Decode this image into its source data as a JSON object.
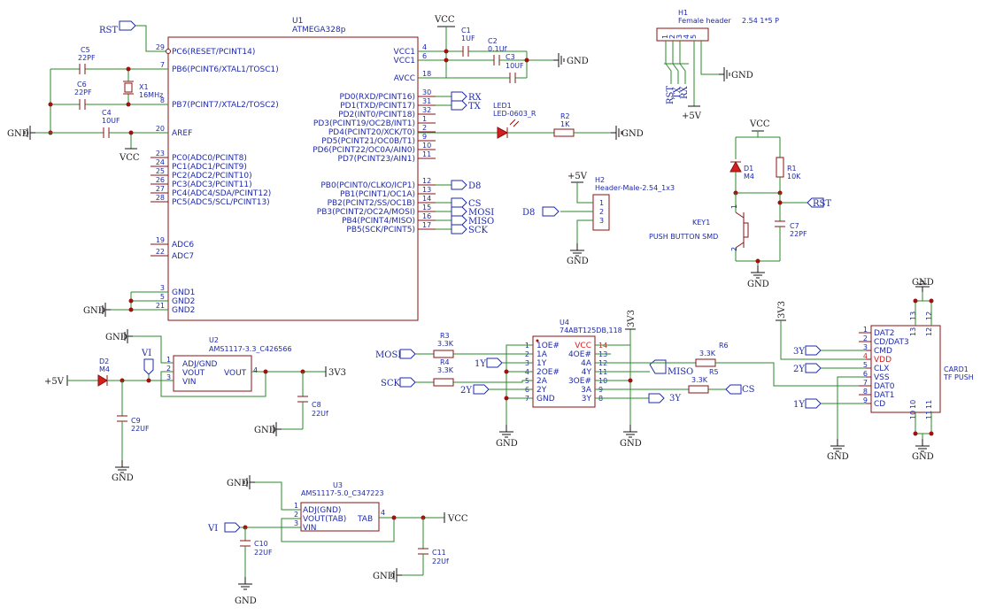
{
  "u1": {
    "ref": "U1",
    "name": "ATMEGA328p",
    "left_pins": [
      {
        "num": "29",
        "name": "PC6(RESET/PCINT14)"
      },
      {
        "num": "7",
        "name": "PB6(PCINT6/XTAL1/TOSC1)"
      },
      {
        "num": "8",
        "name": "PB7(PCINT7/XTAL2/TOSC2)"
      },
      {
        "num": "20",
        "name": "AREF"
      },
      {
        "num": "23",
        "name": "PC0(ADC0/PCINT8)"
      },
      {
        "num": "24",
        "name": "PC1(ADC1/PCINT9)"
      },
      {
        "num": "25",
        "name": "PC2(ADC2/PCINT10)"
      },
      {
        "num": "26",
        "name": "PC3(ADC3/PCINT11)"
      },
      {
        "num": "27",
        "name": "PC4(ADC4/SDA/PCINT12)"
      },
      {
        "num": "28",
        "name": "PC5(ADC5/SCL/PCINT13)"
      },
      {
        "num": "19",
        "name": "ADC6"
      },
      {
        "num": "22",
        "name": "ADC7"
      },
      {
        "num": "3",
        "name": "GND1"
      },
      {
        "num": "5",
        "name": "GND2"
      },
      {
        "num": "21",
        "name": "GND2"
      }
    ],
    "right_pins": [
      {
        "num": "4",
        "name": "VCC1"
      },
      {
        "num": "6",
        "name": "VCC1"
      },
      {
        "num": "18",
        "name": "AVCC"
      },
      {
        "num": "30",
        "name": "PD0(RXD/PCINT16)"
      },
      {
        "num": "31",
        "name": "PD1(TXD/PCINT17)"
      },
      {
        "num": "32",
        "name": "PD2(INT0/PCINT18)"
      },
      {
        "num": "1",
        "name": "PD3(PCINT19/OC2B/INT1)"
      },
      {
        "num": "2",
        "name": "PD4(PCINT20/XCK/T0)"
      },
      {
        "num": "9",
        "name": "PD5(PCINT21/OC0B/T1)"
      },
      {
        "num": "10",
        "name": "PD6(PCINT22/OC0A/AIN0)"
      },
      {
        "num": "11",
        "name": "PD7(PCINT23/AIN1)"
      },
      {
        "num": "12",
        "name": "PB0(PCINT0/CLKO/ICP1)"
      },
      {
        "num": "13",
        "name": "PB1(PCINT1/OC1A)"
      },
      {
        "num": "14",
        "name": "PB2(PCINT2/SS/OC1B)"
      },
      {
        "num": "15",
        "name": "PB3(PCINT2/OC2A/MOSI)"
      },
      {
        "num": "16",
        "name": "PB4(PCINT4/MISO)"
      },
      {
        "num": "17",
        "name": "PB5(SCK/PCINT5)"
      }
    ]
  },
  "parts": {
    "c5": {
      "ref": "C5",
      "val": "22PF"
    },
    "c6": {
      "ref": "C6",
      "val": "22PF"
    },
    "x1": {
      "ref": "X1",
      "val": "16MHz"
    },
    "c4": {
      "ref": "C4",
      "val": "10UF"
    },
    "c1": {
      "ref": "C1",
      "val": "1UF"
    },
    "c2": {
      "ref": "C2",
      "val": "0.1Uf"
    },
    "c3": {
      "ref": "C3",
      "val": "10UF"
    },
    "led1": {
      "ref": "LED1",
      "val": "LED-0603_R"
    },
    "r2": {
      "ref": "R2",
      "val": "1K"
    },
    "h1": {
      "ref": "H1",
      "name": "Female header",
      "val": "2.54 1*5 P",
      "pins": [
        "1",
        "2",
        "3",
        "4",
        "5"
      ],
      "labels": [
        "RST",
        "TX",
        "RX"
      ]
    },
    "h2": {
      "ref": "H2",
      "name": "Header-Male-2.54_1x3",
      "pins": [
        "1",
        "2",
        "3"
      ]
    },
    "d1": {
      "ref": "D1",
      "val": "M4"
    },
    "r1": {
      "ref": "R1",
      "val": "10K"
    },
    "key1": {
      "ref": "KEY1",
      "val": "PUSH BUTTON SMD",
      "pins": [
        "1",
        "2"
      ]
    },
    "c7": {
      "ref": "C7",
      "val": "22PF"
    },
    "u2": {
      "ref": "U2",
      "name": "AMS1117-3.3_C426566",
      "pins": [
        {
          "num": "1",
          "name": "ADJ/GND"
        },
        {
          "num": "2",
          "name": "VOUT"
        },
        {
          "num": "3",
          "name": "VIN"
        }
      ],
      "out_num": "4",
      "out_name": "VOUT"
    },
    "d2": {
      "ref": "D2",
      "val": "M4"
    },
    "c9": {
      "ref": "C9",
      "val": "22UF"
    },
    "c8": {
      "ref": "C8",
      "val": "22Uf"
    },
    "u3": {
      "ref": "U3",
      "name": "AMS1117-5.0_C347223",
      "pins": [
        {
          "num": "1",
          "name": "ADJ(GND)"
        },
        {
          "num": "2",
          "name": "VOUT(TAB)"
        },
        {
          "num": "3",
          "name": "VIN"
        }
      ],
      "out_num": "4",
      "out_name": "TAB"
    },
    "c10": {
      "ref": "C10",
      "val": "22UF"
    },
    "c11": {
      "ref": "C11",
      "val": "22Uf"
    },
    "u4": {
      "ref": "U4",
      "name": "74ABT125DB,118",
      "left_pins": [
        {
          "num": "1",
          "name": "1OE#"
        },
        {
          "num": "2",
          "name": "1A"
        },
        {
          "num": "3",
          "name": "1Y"
        },
        {
          "num": "4",
          "name": "2OE#"
        },
        {
          "num": "5",
          "name": "2A"
        },
        {
          "num": "6",
          "name": "2Y"
        },
        {
          "num": "7",
          "name": "GND"
        }
      ],
      "right_pins": [
        {
          "num": "14",
          "name": "VCC"
        },
        {
          "num": "13",
          "name": "4OE#"
        },
        {
          "num": "12",
          "name": "4A"
        },
        {
          "num": "11",
          "name": "4Y"
        },
        {
          "num": "10",
          "name": "3OE#"
        },
        {
          "num": "9",
          "name": "3A"
        },
        {
          "num": "8",
          "name": "3Y"
        }
      ]
    },
    "r3": {
      "ref": "R3",
      "val": "3.3K"
    },
    "r4": {
      "ref": "R4",
      "val": "3.3K"
    },
    "r5": {
      "ref": "R5",
      "val": "3.3K"
    },
    "r6": {
      "ref": "R6",
      "val": "3.3K"
    },
    "card1": {
      "ref": "CARD1",
      "name": "TF PUSH",
      "pins": [
        {
          "num": "1",
          "name": "DAT2"
        },
        {
          "num": "2",
          "name": "CD/DAT3"
        },
        {
          "num": "3",
          "name": "CMD"
        },
        {
          "num": "4",
          "name": "VDD"
        },
        {
          "num": "5",
          "name": "CLX"
        },
        {
          "num": "6",
          "name": "VSS"
        },
        {
          "num": "7",
          "name": "DAT0"
        },
        {
          "num": "8",
          "name": "DAT1"
        },
        {
          "num": "9",
          "name": "CD"
        }
      ],
      "top_pins": [
        "13",
        "12"
      ],
      "bottom_pins": [
        "10",
        "11"
      ],
      "side_top": [
        "13",
        "12"
      ],
      "side_bottom": [
        "10",
        "11"
      ]
    }
  },
  "power": {
    "vcc": "VCC",
    "gnd": "GND",
    "p5v": "+5V",
    "v33": "3V3"
  },
  "nets": {
    "rst": "RST",
    "rx": "RX",
    "tx": "TX",
    "d8": "D8",
    "cs": "CS",
    "mosi": "MOSI",
    "miso": "MISO",
    "sck": "SCK",
    "vi": "VI",
    "y1": "1Y",
    "y2": "2Y",
    "y3": "3Y"
  }
}
